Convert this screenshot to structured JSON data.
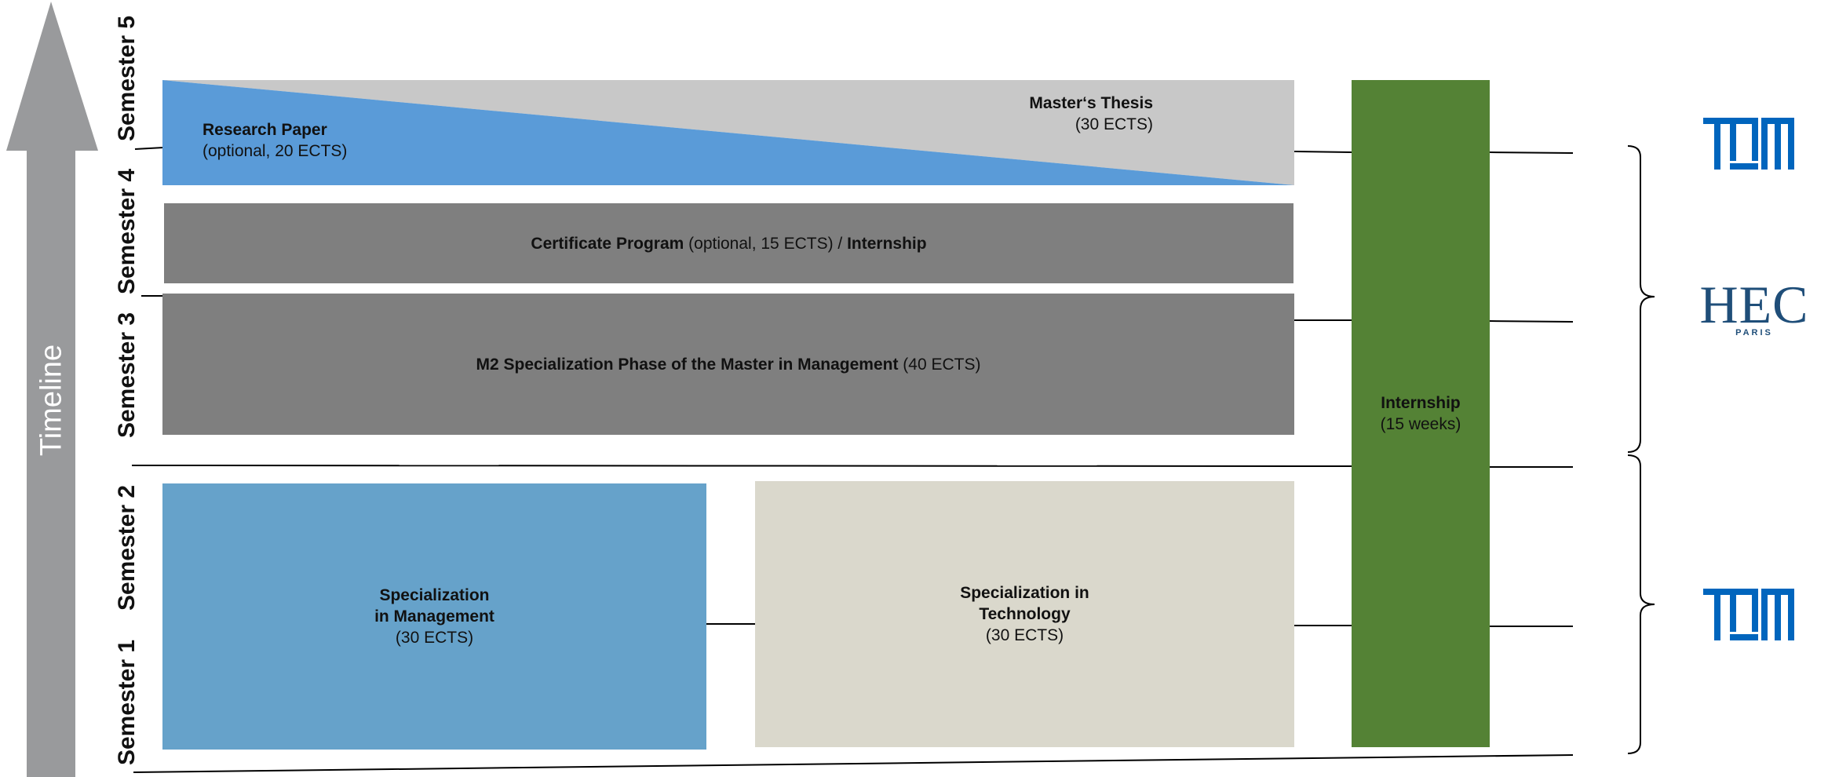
{
  "timeline": {
    "label": "Timeline",
    "arrow_color": "#999a9c"
  },
  "semesters": [
    "Semester 1",
    "Semester 2",
    "Semester 3",
    "Semester 4",
    "Semester 5"
  ],
  "blocks": {
    "research_paper": {
      "title": "Research Paper",
      "detail": "(optional, 20 ECTS)",
      "color": "#5a9bd8"
    },
    "masters_thesis": {
      "title": "Master‘s Thesis",
      "detail": "(30 ECTS)",
      "color": "#c8c8c8"
    },
    "certificate": {
      "title": "Certificate Program",
      "detail": " (optional, 15 ECTS) / ",
      "title2": "Internship",
      "color": "#7f7f7f"
    },
    "m2_specialization": {
      "title": "M2 Specialization Phase of the Master in Management",
      "detail": " (40 ECTS)",
      "color": "#7f7f7f"
    },
    "spec_management": {
      "line1": "Specialization",
      "line2": "in Management",
      "detail": "(30 ECTS)",
      "color": "#66a2ca"
    },
    "spec_technology": {
      "line1": "Specialization in",
      "line2": "Technology",
      "detail": "(30 ECTS)",
      "color": "#dad8cc"
    },
    "internship": {
      "title": "Internship",
      "detail": "(15 weeks)",
      "color": "#548235"
    }
  },
  "institutions": [
    {
      "name": "TUM",
      "color": "#0065bd"
    },
    {
      "name": "HEC",
      "sub": "PARIS",
      "color": "#1f4e79"
    },
    {
      "name": "TUM",
      "color": "#0065bd"
    }
  ]
}
